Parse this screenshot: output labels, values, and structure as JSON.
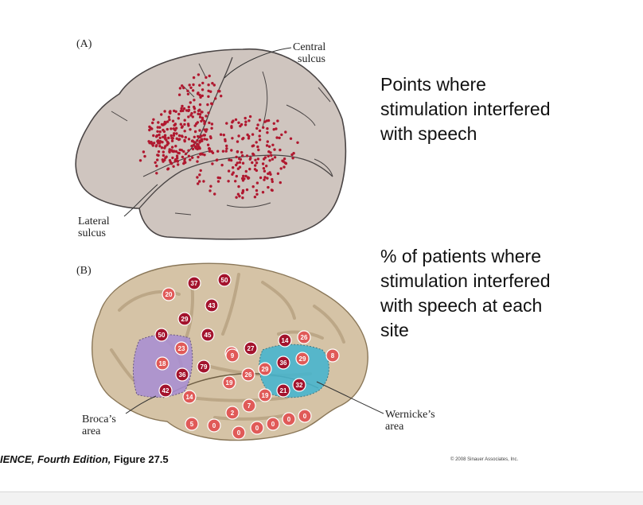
{
  "panel_a": {
    "label": "(A)",
    "central_sulcus_label": [
      "Central",
      "sulcus"
    ],
    "lateral_sulcus_label": [
      "Lateral",
      "sulcus"
    ]
  },
  "panel_b": {
    "label": "(B)",
    "broca_label": [
      "Broca’s",
      "area"
    ],
    "wernicke_label": [
      "Wernicke’s",
      "area"
    ],
    "sites": [
      "50",
      "37",
      "20",
      "43",
      "29",
      "45",
      "50",
      "23",
      "18",
      "79",
      "36",
      "42",
      "14",
      "19",
      "27",
      "14",
      "26",
      "9",
      "19",
      "26",
      "29",
      "36",
      "29",
      "8",
      "32",
      "21",
      "19",
      "7",
      "2",
      "5",
      "0",
      "0",
      "0",
      "0",
      "0",
      "0"
    ]
  },
  "captions": {
    "a": [
      "Points where",
      "stimulation interfered",
      "with speech"
    ],
    "b": [
      "% of patients where",
      "stimulation interfered",
      "with speech at each",
      "site"
    ]
  },
  "credit": {
    "bold": "IENCE, Fourth Edition,",
    "plain": " Figure 27.5"
  },
  "copyright": "© 2008 Sinauer Associates, Inc.",
  "colors": {
    "brain_a": "#cfc5bf",
    "brain_b": "#d5c3a6",
    "dot": "#b0182f",
    "site_dark": "#a3132d",
    "site_light": "#e05a58",
    "broca": "#a98fd3",
    "wernicke": "#45b5cf"
  }
}
